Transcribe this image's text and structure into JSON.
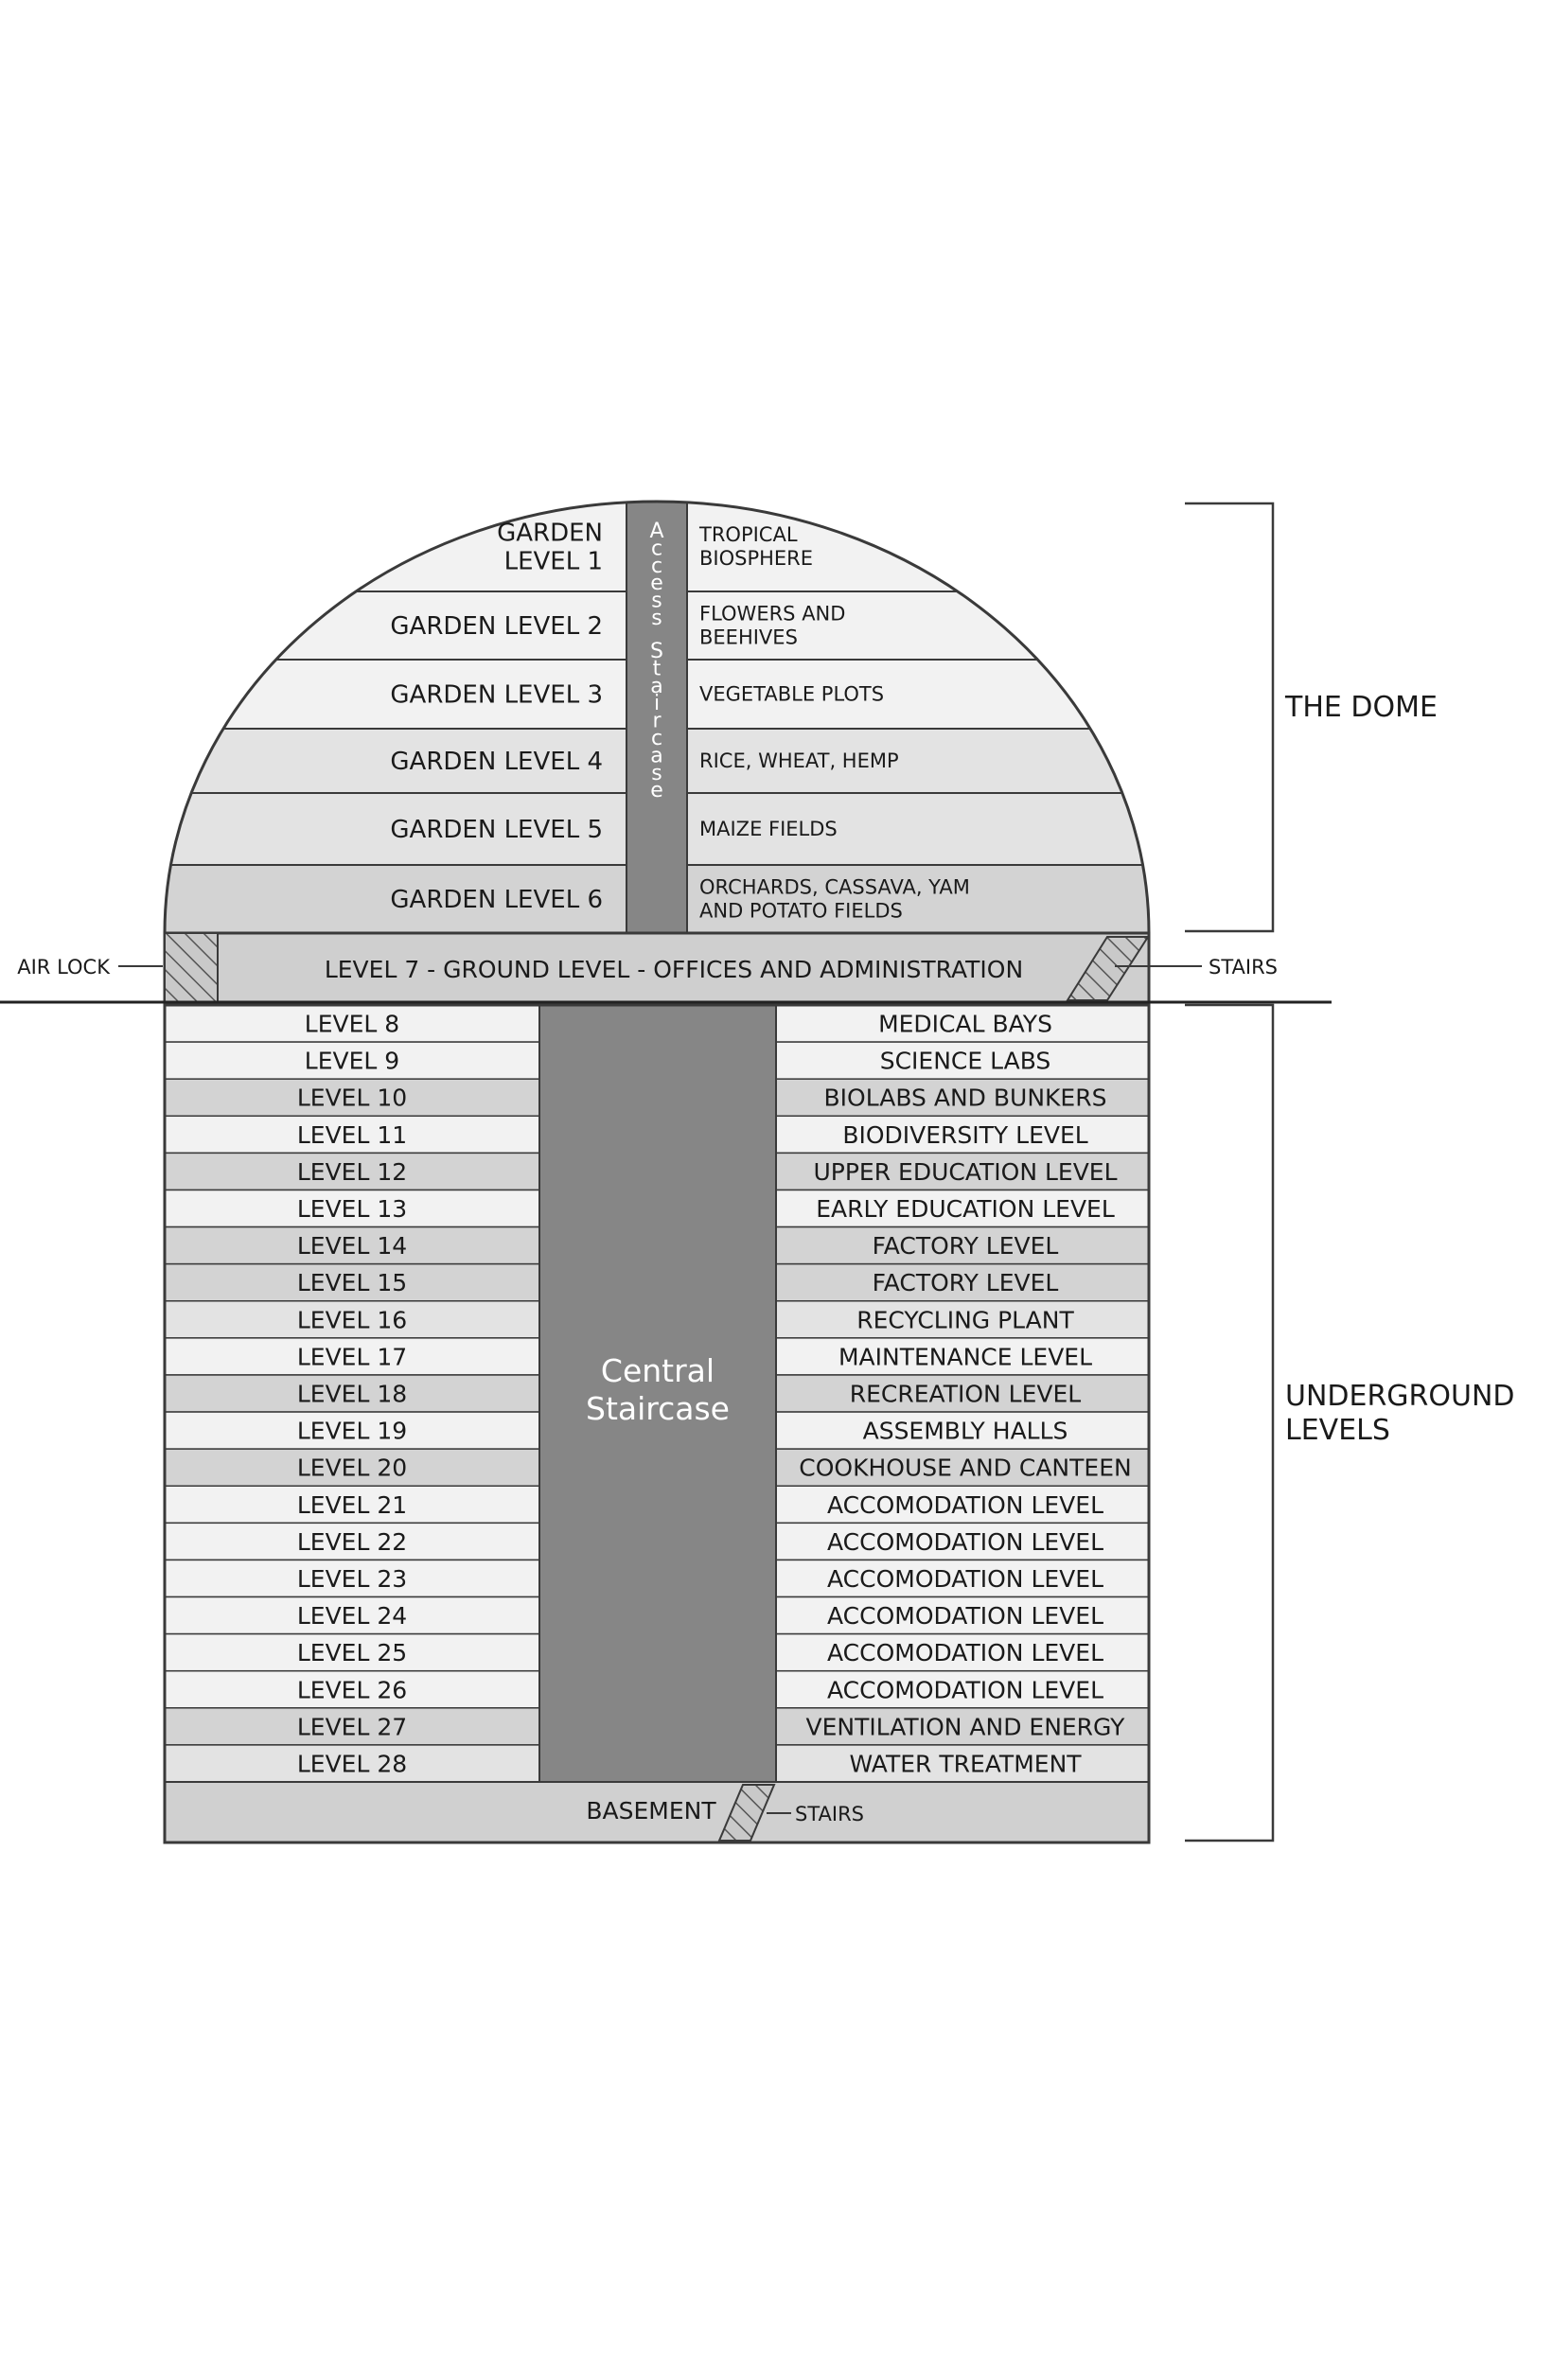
{
  "colors": {
    "stroke": "#3a3a3a",
    "band_light": "#f2f2f2",
    "band_mid": "#e3e3e3",
    "band_dark": "#d3d3d3",
    "staircase": "#868686",
    "ground": "#cfcfcf",
    "basement": "#d0d0d0"
  },
  "dome": {
    "access_staircase_label": "Access Staircase",
    "levels": [
      {
        "name_lines": [
          "GARDEN",
          "LEVEL 1"
        ],
        "note_lines": [
          "TROPICAL",
          "BIOSPHERE"
        ],
        "shade": "band_light"
      },
      {
        "name_lines": [
          "GARDEN LEVEL 2"
        ],
        "note_lines": [
          "FLOWERS AND",
          "BEEHIVES"
        ],
        "shade": "band_light"
      },
      {
        "name_lines": [
          "GARDEN LEVEL 3"
        ],
        "note_lines": [
          "VEGETABLE PLOTS"
        ],
        "shade": "band_light"
      },
      {
        "name_lines": [
          "GARDEN LEVEL 4"
        ],
        "note_lines": [
          "RICE, WHEAT, HEMP"
        ],
        "shade": "band_mid"
      },
      {
        "name_lines": [
          "GARDEN LEVEL 5"
        ],
        "note_lines": [
          "MAIZE FIELDS"
        ],
        "shade": "band_mid"
      },
      {
        "name_lines": [
          "GARDEN LEVEL 6"
        ],
        "note_lines": [
          "ORCHARDS, CASSAVA, YAM",
          "AND POTATO FIELDS"
        ],
        "shade": "band_dark"
      }
    ]
  },
  "ground_level": {
    "label": "LEVEL 7 - GROUND LEVEL - OFFICES AND ADMINISTRATION",
    "air_lock_label": "AIR LOCK",
    "stairs_label": "STAIRS"
  },
  "underground": {
    "central_staircase_lines": [
      "Central",
      "Staircase"
    ],
    "levels": [
      {
        "left": "LEVEL 8",
        "right": "MEDICAL BAYS",
        "shade": "band_light"
      },
      {
        "left": "LEVEL 9",
        "right": "SCIENCE LABS",
        "shade": "band_light"
      },
      {
        "left": "LEVEL 10",
        "right": "BIOLABS AND BUNKERS",
        "shade": "band_dark"
      },
      {
        "left": "LEVEL 11",
        "right": "BIODIVERSITY LEVEL",
        "shade": "band_light"
      },
      {
        "left": "LEVEL 12",
        "right": "UPPER EDUCATION LEVEL",
        "shade": "band_dark"
      },
      {
        "left": "LEVEL 13",
        "right": "EARLY EDUCATION LEVEL",
        "shade": "band_light"
      },
      {
        "left": "LEVEL 14",
        "right": "FACTORY LEVEL",
        "shade": "band_dark"
      },
      {
        "left": "LEVEL 15",
        "right": "FACTORY LEVEL",
        "shade": "band_dark"
      },
      {
        "left": "LEVEL 16",
        "right": "RECYCLING PLANT",
        "shade": "band_mid"
      },
      {
        "left": "LEVEL 17",
        "right": "MAINTENANCE LEVEL",
        "shade": "band_light"
      },
      {
        "left": "LEVEL 18",
        "right": "RECREATION LEVEL",
        "shade": "band_dark"
      },
      {
        "left": "LEVEL 19",
        "right": "ASSEMBLY HALLS",
        "shade": "band_light"
      },
      {
        "left": "LEVEL 20",
        "right": "COOKHOUSE AND CANTEEN",
        "shade": "band_dark"
      },
      {
        "left": "LEVEL 21",
        "right": "ACCOMODATION LEVEL",
        "shade": "band_light"
      },
      {
        "left": "LEVEL 22",
        "right": "ACCOMODATION LEVEL",
        "shade": "band_light"
      },
      {
        "left": "LEVEL 23",
        "right": "ACCOMODATION LEVEL",
        "shade": "band_light"
      },
      {
        "left": "LEVEL 24",
        "right": "ACCOMODATION LEVEL",
        "shade": "band_light"
      },
      {
        "left": "LEVEL 25",
        "right": "ACCOMODATION LEVEL",
        "shade": "band_light"
      },
      {
        "left": "LEVEL 26",
        "right": "ACCOMODATION LEVEL",
        "shade": "band_light"
      },
      {
        "left": "LEVEL 27",
        "right": "VENTILATION AND ENERGY",
        "shade": "band_dark"
      },
      {
        "left": "LEVEL 28",
        "right": "WATER TREATMENT",
        "shade": "band_mid"
      }
    ],
    "basement_label": "BASEMENT",
    "basement_stairs_label": "STAIRS"
  },
  "brackets": {
    "dome_label_lines": [
      "THE DOME"
    ],
    "underground_label_lines": [
      "UNDERGROUND",
      "LEVELS"
    ]
  }
}
